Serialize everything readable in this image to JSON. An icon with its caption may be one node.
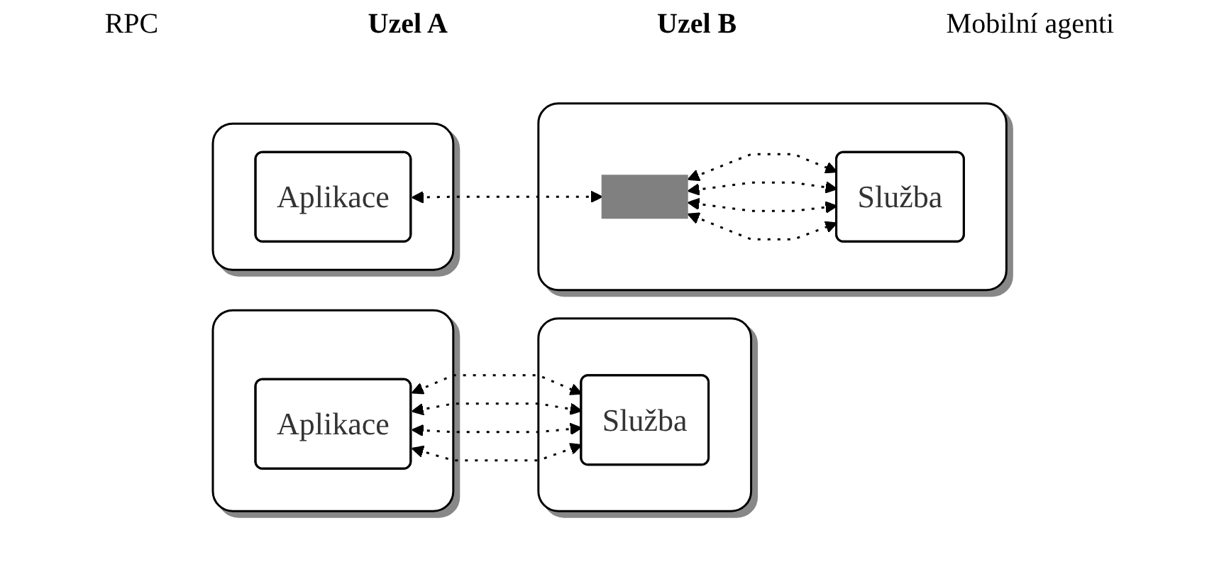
{
  "diagram": {
    "nodes": [
      {
        "text": [],
        "shape": "box"
      },
      {
        "text": [
          "Aplikace"
        ],
        "in": 0
      },
      {
        "text": [],
        "shape": "box"
      },
      {
        "text": [
          "Služba"
        ],
        "in": 2
      },
      {
        "text": [],
        "shape": "box"
      },
      {
        "text": [
          "Aplikace"
        ],
        "in": 4
      },
      {
        "text": [],
        "shape": "box"
      },
      {
        "text": [],
        "shape": "bar",
        "in": 6
      },
      {
        "text": [
          "Služba"
        ],
        "in": 6
      }
    ],
    "edges": [
      {
        "from": 1,
        "to": 3,
        "arrow": "both",
        "style": "dashed"
      },
      {
        "from": 1,
        "to": 3,
        "arrow": "both",
        "style": "dashed"
      },
      {
        "from": 1,
        "to": 3,
        "arrow": "both",
        "style": "dashed"
      },
      {
        "from": 1,
        "to": 3,
        "arrow": "both",
        "style": "dashed"
      },
      {
        "from": 5,
        "to": 7,
        "arrow": "both",
        "style": "dashed"
      },
      {
        "from": 7,
        "to": 8,
        "arrow": "both",
        "style": "dashed"
      },
      {
        "from": 7,
        "to": 8,
        "arrow": "both",
        "style": "dashed"
      },
      {
        "from": 7,
        "to": 8,
        "arrow": "both",
        "style": "dashed"
      },
      {
        "from": 7,
        "to": 8,
        "arrow": "both",
        "style": "dashed"
      }
    ],
    "labels": [
      "RPC",
      "Uzel A",
      "Uzel B",
      "Mobilní agenti"
    ]
  }
}
